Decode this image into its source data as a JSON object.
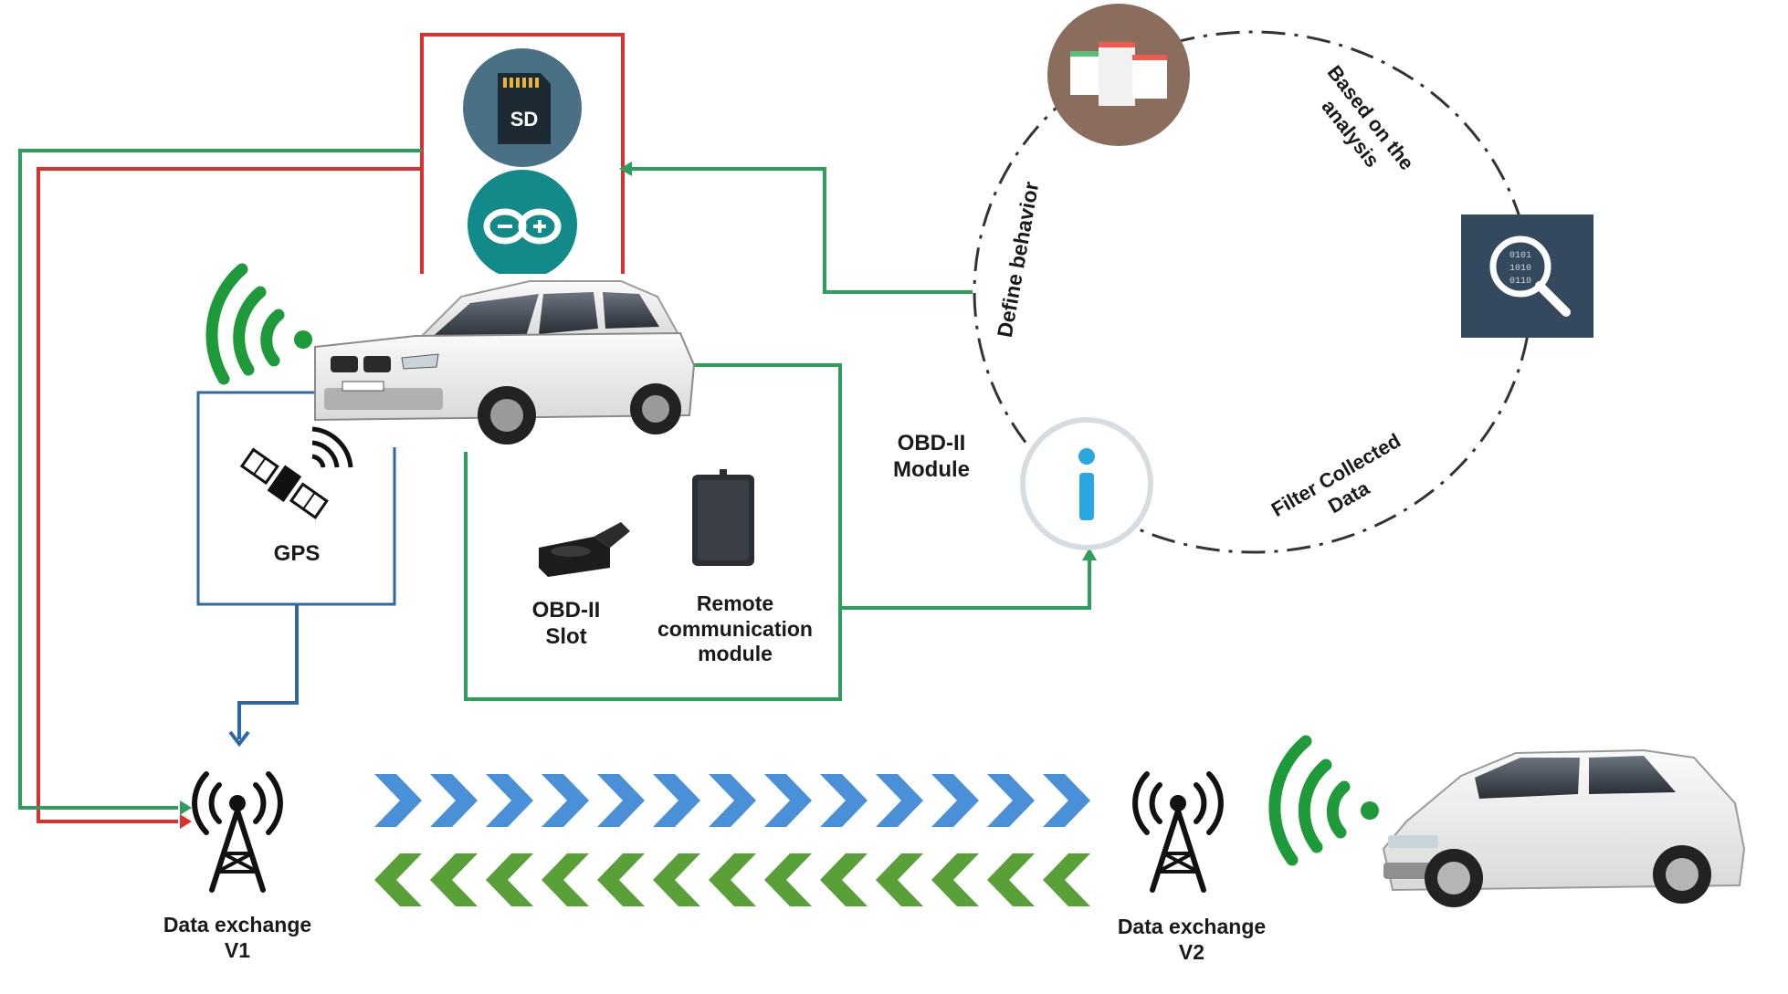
{
  "colors": {
    "red": "#d8312f",
    "green": "#2e9e5c",
    "blue": "#2e67a8",
    "wifi_green": "#1f9a3a",
    "chevron_blue": "#4a90d9",
    "chevron_green": "#5aa038",
    "sd_circle": "#4a7086",
    "arduino_circle": "#128a8a",
    "define_icon_circle": "#8a6d5c",
    "search_box": "#34495e",
    "info_blue": "#2aa7e0"
  },
  "icons": {
    "sd": "sd-card-icon",
    "arduino": "arduino-icon",
    "define": "window-stack-icon",
    "search": "binary-search-icon",
    "info": "info-icon",
    "gps": "satellite-icon",
    "obd_slot": "obd-connector-icon",
    "remote_module": "device-module-icon",
    "tower": "antenna-tower-icon",
    "wifi": "wifi-signal-icon",
    "car_suv": "suv-car-icon",
    "car_hatch": "hatchback-car-icon"
  },
  "labels": {
    "sd_text": "SD",
    "gps": "GPS",
    "obd_slot_line1": "OBD-II",
    "obd_slot_line2": "Slot",
    "remote_line1": "Remote",
    "remote_line2": "communication",
    "remote_line3": "module",
    "obd_module_line1": "OBD-II",
    "obd_module_line2": "Module",
    "define_behavior": "Define behavior",
    "based_line1": "Based on the",
    "based_line2": "analysis",
    "filter_line1": "Filter Collected",
    "filter_line2": "Data",
    "v1_line1": "Data exchange",
    "v1_line2": "V1",
    "v2_line1": "Data exchange",
    "v2_line2": "V2",
    "binary_text": "0101 1010 0110"
  }
}
